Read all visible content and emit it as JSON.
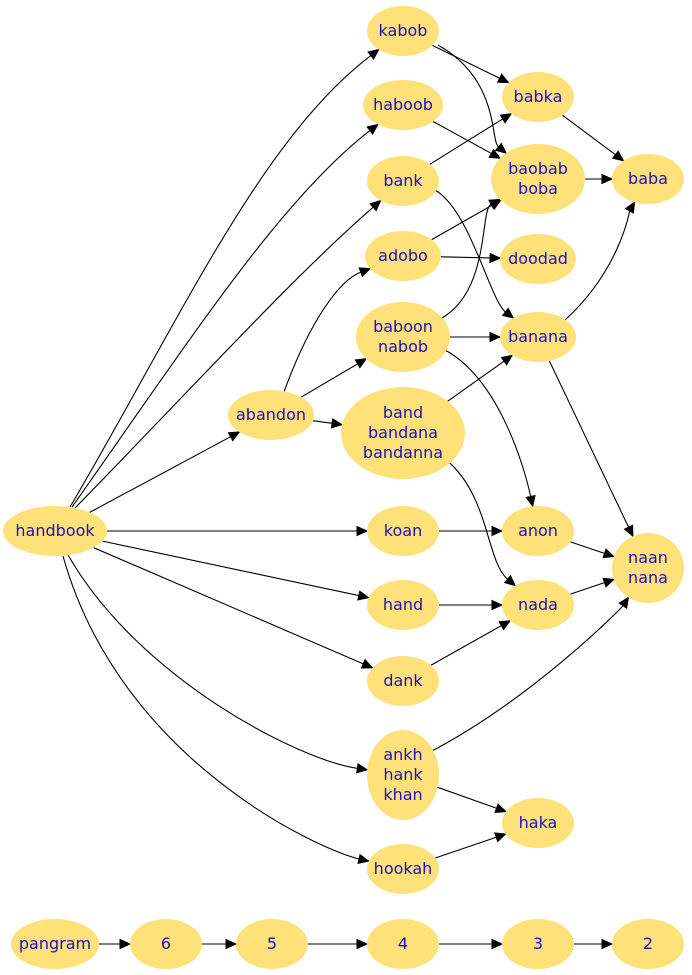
{
  "nodes": {
    "kabob": [
      "kabob"
    ],
    "haboob": [
      "haboob"
    ],
    "bank": [
      "bank"
    ],
    "adobo": [
      "adobo"
    ],
    "baboon": [
      "baboon",
      "nabob"
    ],
    "abandon": [
      "abandon"
    ],
    "band": [
      "band",
      "bandana",
      "bandanna"
    ],
    "handbook": [
      "handbook"
    ],
    "koan": [
      "koan"
    ],
    "hand": [
      "hand"
    ],
    "dank": [
      "dank"
    ],
    "ankh": [
      "ankh",
      "hank",
      "khan"
    ],
    "hookah": [
      "hookah"
    ],
    "babka": [
      "babka"
    ],
    "baobab": [
      "baobab",
      "boba"
    ],
    "doodad": [
      "doodad"
    ],
    "banana": [
      "banana"
    ],
    "anon": [
      "anon"
    ],
    "nada": [
      "nada"
    ],
    "haka": [
      "haka"
    ],
    "baba": [
      "baba"
    ],
    "naan": [
      "naan",
      "nana"
    ],
    "pangram": [
      "pangram"
    ],
    "c6": [
      "6"
    ],
    "c5": [
      "5"
    ],
    "c4": [
      "4"
    ],
    "c3": [
      "3"
    ],
    "c2": [
      "2"
    ]
  },
  "edges": [
    [
      "handbook",
      "kabob"
    ],
    [
      "handbook",
      "haboob"
    ],
    [
      "handbook",
      "bank"
    ],
    [
      "handbook",
      "abandon"
    ],
    [
      "handbook",
      "koan"
    ],
    [
      "handbook",
      "hand"
    ],
    [
      "handbook",
      "dank"
    ],
    [
      "handbook",
      "ankh"
    ],
    [
      "handbook",
      "hookah"
    ],
    [
      "abandon",
      "adobo"
    ],
    [
      "abandon",
      "baboon"
    ],
    [
      "abandon",
      "band"
    ],
    [
      "kabob",
      "babka"
    ],
    [
      "kabob",
      "baobab"
    ],
    [
      "haboob",
      "baobab"
    ],
    [
      "bank",
      "babka"
    ],
    [
      "bank",
      "banana"
    ],
    [
      "adobo",
      "baobab"
    ],
    [
      "adobo",
      "doodad"
    ],
    [
      "baboon",
      "baobab"
    ],
    [
      "baboon",
      "banana"
    ],
    [
      "baboon",
      "anon"
    ],
    [
      "band",
      "banana"
    ],
    [
      "band",
      "nada"
    ],
    [
      "koan",
      "anon"
    ],
    [
      "hand",
      "nada"
    ],
    [
      "dank",
      "nada"
    ],
    [
      "ankh",
      "naan"
    ],
    [
      "ankh",
      "haka"
    ],
    [
      "hookah",
      "haka"
    ],
    [
      "babka",
      "baba"
    ],
    [
      "baobab",
      "baba"
    ],
    [
      "banana",
      "baba"
    ],
    [
      "banana",
      "naan"
    ],
    [
      "anon",
      "naan"
    ],
    [
      "nada",
      "naan"
    ],
    [
      "pangram",
      "c6"
    ],
    [
      "c6",
      "c5"
    ],
    [
      "c5",
      "c4"
    ],
    [
      "c4",
      "c3"
    ],
    [
      "c3",
      "c2"
    ]
  ]
}
